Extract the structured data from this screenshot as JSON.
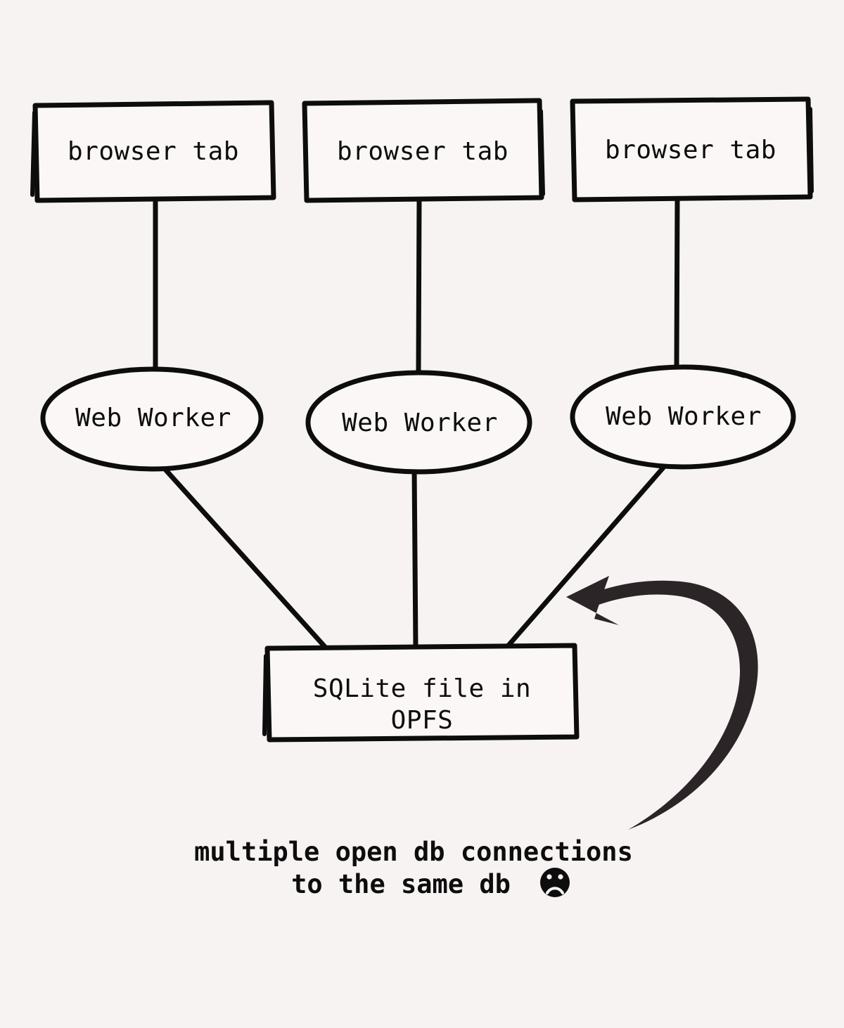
{
  "diagram": {
    "title_absent": true,
    "background_color": "#F7F3F2",
    "stroke_color": "#0d0d0d",
    "arrow_color": "#2b2527",
    "tabs": [
      {
        "label": "browser tab"
      },
      {
        "label": "browser tab"
      },
      {
        "label": "browser tab"
      }
    ],
    "workers": [
      {
        "label": "Web Worker"
      },
      {
        "label": "Web Worker"
      },
      {
        "label": "Web Worker"
      }
    ],
    "store": {
      "line1": "SQLite file in",
      "line2": "OPFS"
    },
    "annotation": {
      "line1": "multiple open db connections",
      "line2": "to the same db",
      "emoji": "☹"
    }
  }
}
